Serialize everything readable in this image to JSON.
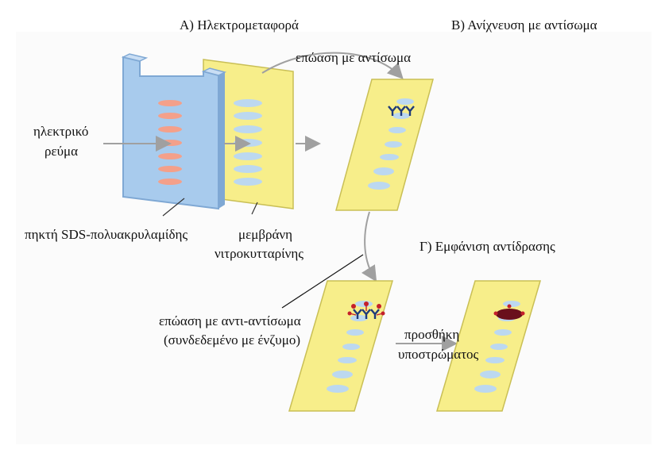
{
  "titles": {
    "a": "Α) Ηλεκτρομεταφορά",
    "b": "Β) Ανίχνευση με αντίσωμα",
    "c": "Γ) Εμφάνιση αντίδρασης"
  },
  "labels": {
    "current_line1": "ηλεκτρικό",
    "current_line2": "ρεύμα",
    "gel": "πηκτή SDS-πολυακρυλαμίδης",
    "membrane_line1": "μεμβράνη",
    "membrane_line2": "νιτροκυτταρίνης",
    "incubate_antibody": "επώαση με αντίσωμα",
    "incubate_secondary_line1": "επώαση με αντι-αντίσωμα",
    "incubate_secondary_line2": "(συνδεδεμένο με ένζυμο)",
    "substrate_line1": "προσθήκη",
    "substrate_line2": "υποστρώματος"
  },
  "colors": {
    "gel": "#a8cbed",
    "gel_edge": "#7fa8d4",
    "gel_band": "#f4a08a",
    "membrane": "#f7ee8a",
    "membrane_edge": "#c9bf55",
    "membrane_band": "#bcd8f0",
    "antibody": "#1f3a7a",
    "enzyme": "#c4202a",
    "signal": "#6a0f1c",
    "arrow": "#a0a0a0"
  }
}
